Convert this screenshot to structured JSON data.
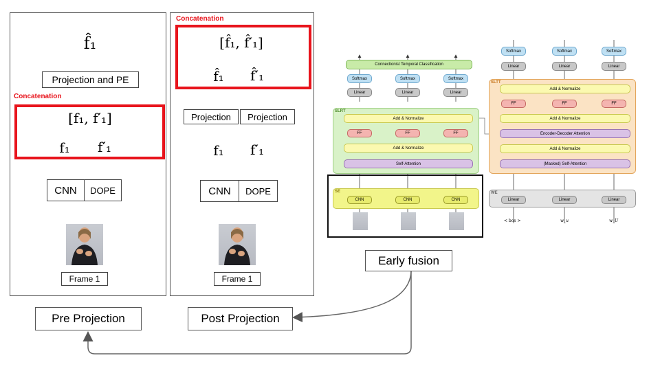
{
  "pre_panel": {
    "projection_pe_label": "Projection and PE",
    "concatenation_label": "Concatenation",
    "concat_expr": "[f₁, f′₁]",
    "f1": "f₁",
    "f1_prime": "f′₁",
    "f1_hat": "f̂₁",
    "cnn_label": "CNN",
    "dope_label": "DOPE",
    "frame_label": "Frame 1"
  },
  "post_panel": {
    "concatenation_label": "Concatenation",
    "concat_hat_expr": "[f̂₁, f̂′₁]",
    "f1_hat": "f̂₁",
    "f1_hat_prime": "f̂′₁",
    "projection_left": "Projection",
    "projection_right": "Projection",
    "f1": "f₁",
    "f1_prime": "f′₁",
    "cnn_label": "CNN",
    "dope_label": "DOPE",
    "frame_label": "Frame 1"
  },
  "labels": {
    "early_fusion": "Early fusion",
    "pre_projection": "Pre Projection",
    "post_projection": "Post Projection"
  },
  "arch": {
    "ctc": "Connectionist Temporal Classification",
    "softmax": "Softmax",
    "linear": "Linear",
    "add_norm": "Add & Normalize",
    "ff": "FF",
    "self_attention": "Self-Attention",
    "masked_self_attention": "(Masked) Self-Attention",
    "enc_dec_attention": "Encoder-Decoder Attention",
    "cnn": "CNN",
    "slrt": "SLRT",
    "sltt": "SLTT",
    "se": "SE",
    "we": "WE",
    "bos": "< bos >",
    "wu": "w_u",
    "wU": "w_U"
  },
  "colors": {
    "red_highlight": "#e8141c",
    "slrt_green": "#d9f2c8",
    "sltt_orange": "#fbe3c4",
    "se_yellow": "#f2f58a",
    "add_norm_yellow": "#fbf9b0",
    "attention_purple": "#d9c2e6",
    "ff_red": "#f4b4b0",
    "softmax_blue": "#bfe0f3",
    "linear_grey": "#c8c8c8"
  }
}
